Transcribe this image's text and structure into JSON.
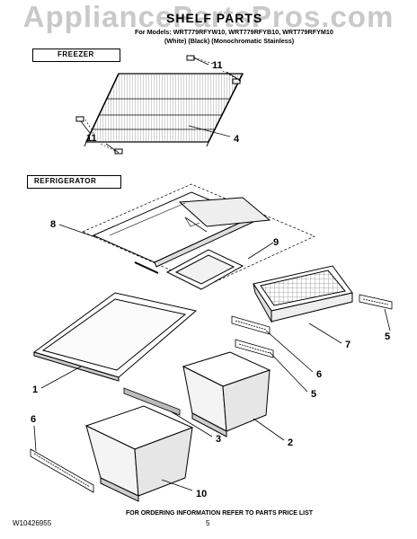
{
  "watermark": "AppliancePartsPros.com",
  "header": {
    "title": "SHELF PARTS",
    "models_line": "For Models: WRT779RFYW10, WRT779RFYB10, WRT779RFYM10",
    "colors_line": "(White)       (Black)   (Monochromatic Stainless)"
  },
  "sections": {
    "freezer": "FREEZER",
    "refrigerator": "REFRIGERATOR"
  },
  "callouts": {
    "freezer_rack": "4",
    "freezer_support_top": "11",
    "freezer_support_bottom": "11",
    "shelf_frame": "8",
    "spill_insert": "9",
    "pan_right": "7",
    "glass_shelf": "1",
    "rail_right_top": "5",
    "rail_right_mid": "6",
    "rail_right_low": "5",
    "cover_rail": "3",
    "crisper_right": "2",
    "rail_left": "6",
    "crisper_left": "10"
  },
  "footer": {
    "doc_number": "W10426955",
    "page_number": "5",
    "ordering_info": "FOR ORDERING INFORMATION REFER TO PARTS PRICE LIST"
  }
}
